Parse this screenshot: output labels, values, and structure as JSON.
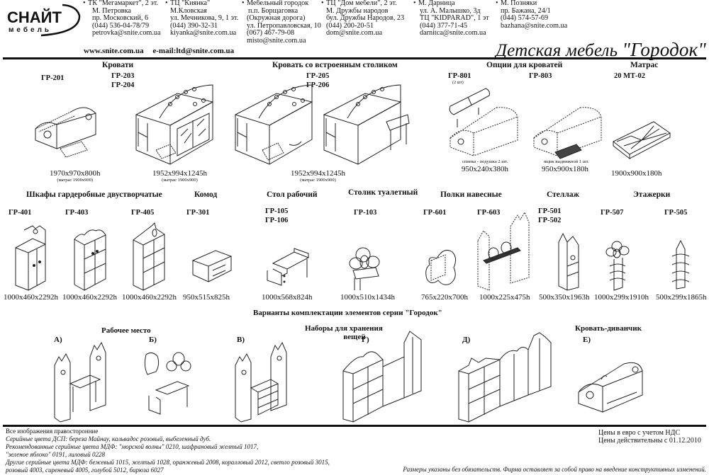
{
  "header": {
    "logo": {
      "main": "СНАЙТ",
      "sub": "мебель"
    },
    "stores": [
      {
        "lines": [
          "ТК \"Мегамаркет\", 2 эт.",
          "М. Петровка",
          "пр. Московский, 6",
          "(044) 536-04-78/79",
          "petrovka@snite.com.ua"
        ]
      },
      {
        "lines": [
          "ТЦ \"Киянка\"",
          "М.Кловская",
          "ул. Мечникова, 9, 1 эт.",
          "(044) 390-32-31",
          "kiyanka@snite.com.ua"
        ]
      },
      {
        "lines": [
          "Мебельный городок",
          "п.п. Борщаговка",
          "(Окружная дорога)",
          "ул. Петропавловская, 10",
          "(067) 467-79-08",
          "misto@snite.com.ua"
        ]
      },
      {
        "lines": [
          "ТЦ \"Дом мебели\", 2 эт.",
          "М. Дружбы народов",
          "бул. Дружбы Народов, 23",
          "(044) 200-20-51",
          "dom@snite.com.ua"
        ]
      },
      {
        "lines": [
          "М. Дарница",
          "ул. А. Малышко, 3д",
          "ТЦ \"KIDPARAD\", 1 эт",
          "(044) 377-71-45",
          "darnitca@snite.com.ua"
        ]
      },
      {
        "lines": [
          "М. Позняки",
          "пр. Бажана, 24/1",
          "(044) 574-57-69",
          "bazhana@snite.com.ua"
        ]
      }
    ],
    "website": "www.snite.com.ua",
    "email": "e-mail:ltd@snite.com.ua",
    "title_prefix": "Детская мебель ",
    "title_name": "\"Городок\""
  },
  "sections": {
    "beds": {
      "heading": "Кровати",
      "items": [
        {
          "codes": [
            "ГР-201"
          ],
          "dims": "1970x970x800h",
          "note": "(матрас 1900x900)"
        },
        {
          "codes": [
            "ГР-203",
            "ГР-204"
          ],
          "dims": "1952x994x1245h",
          "note": "(матрас 1900x900)"
        }
      ]
    },
    "bed_with_table": {
      "heading": "Кровать со встроенным столиком",
      "codes": [
        "ГР-205",
        "ГР-206"
      ],
      "dims": "1952x994x1245h",
      "note": "(матрас 1900x900)"
    },
    "bed_options": {
      "heading": "Опции для кроватей",
      "items": [
        {
          "code": "ГР-801",
          "qty": "(2 шт)",
          "caption": "спинка - подушка 2 шт.",
          "dims": "950x240x380h"
        },
        {
          "code": "ГР-803",
          "caption": "ящик выдвижной 1 шт.",
          "dims": "950x900x180h"
        }
      ]
    },
    "mattress": {
      "heading": "Матрас",
      "code": "20 МТ-02",
      "dims": "1900x900x180h"
    },
    "wardrobes": {
      "heading": "Шкафы гардеробные двустворчатые",
      "items": [
        {
          "code": "ГР-401",
          "dims": "1000x460x2292h"
        },
        {
          "code": "ГР-403",
          "dims": "1000x460x2292h"
        },
        {
          "code": "ГР-405",
          "dims": "1000x460x2292h"
        }
      ]
    },
    "dresser": {
      "heading": "Комод",
      "code": "ГР-301",
      "dims": "950x515x825h"
    },
    "desk": {
      "heading": "Стол рабочий",
      "codes": [
        "ГР-105",
        "ГР-106"
      ],
      "dims": "1000x568x824h"
    },
    "vanity": {
      "heading": "Столик туалетный",
      "code": "ГР-103",
      "dims": "1000x510x1434h"
    },
    "wall_shelves": {
      "heading": "Полки навесные",
      "items": [
        {
          "code": "ГР-601",
          "dims": "765x220x700h"
        },
        {
          "code": "ГР-603",
          "dims": "1000x225x475h"
        }
      ]
    },
    "rack": {
      "heading": "Стеллаж",
      "codes": [
        "ГР-501",
        "ГР-502"
      ],
      "dims": "500x350x1963h"
    },
    "whatnots": {
      "heading": "Этажерки",
      "items": [
        {
          "code": "ГР-507",
          "dims": "1000x299x1910h"
        },
        {
          "code": "ГР-505",
          "dims": "500x299x1865h"
        }
      ]
    }
  },
  "variants": {
    "heading": "Варианты комплектации элементов серии \"Городок\"",
    "groups": [
      {
        "label": "Рабочее место",
        "options": [
          "А)",
          "Б)",
          "В)"
        ]
      },
      {
        "label": "Наборы для хранения вещей",
        "label_line1": "Наборы для хранения",
        "label_line2": "вещей",
        "options": [
          "Г)",
          "Д)"
        ]
      },
      {
        "label": "Кровать-диванчик",
        "options": [
          "Е)"
        ]
      }
    ]
  },
  "footer": {
    "orientation": "Все изображения правосторонние",
    "notes": [
      "Серийные цвета ДСП: береза Майнау, кальвадос розовый, выбеленный дуб.",
      "Рекомендованные серийные цвета МДФ: \"морской волны\" 0210, шафрановый желтый 1017,",
      "\"зеленое яблоко\" 0191, лиловый 0228",
      "Другие серийные цвета МДФ: бежевый 1015, желтый 1028, оранжевый 2008, коралловый 2012, светло розовый 3015,",
      "розовый 4003, сиреневый 4005, голубой 5012, бирюза 6027"
    ],
    "prices_currency": "Цены в евро  с учетом НДС",
    "prices_valid": "Цены действительны с 01.12.2010",
    "disclaimer": "Размеры указаны без обязательств. Фирма оставляет за собой право на введение конструктивных изменений."
  }
}
